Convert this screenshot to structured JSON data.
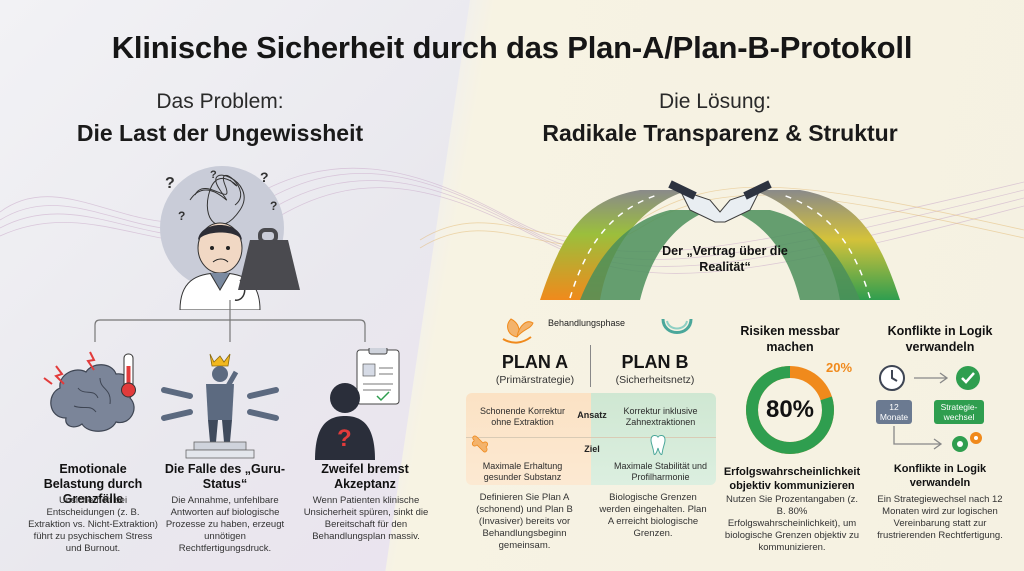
{
  "title": "Klinische Sicherheit durch das Plan-A/Plan-B-Protokoll",
  "problem": {
    "subtitle": "Das Problem:",
    "heading": "Die Last der Ungewissheit",
    "columns": [
      {
        "title": "Emotionale Belastung durch Grenzfälle",
        "text": "Unsicherheit bei Entscheidungen (z. B. Extraktion vs. Nicht-Extraktion) führt zu psychischem Stress und Burnout."
      },
      {
        "title": "Die Falle des „Guru-Status“",
        "text": "Die Annahme, unfehlbare Antworten auf biologische Prozesse zu haben, erzeugt unnötigen Rechtfertigungsdruck."
      },
      {
        "title": "Zweifel bremst Akzeptanz",
        "text": "Wenn Patienten klinische Unsicherheit spüren, sinkt die Bereitschaft für den Behandlungsplan massiv."
      }
    ]
  },
  "solution": {
    "subtitle": "Die Lösung:",
    "heading": "Radikale Transparenz & Struktur",
    "contract_label": "Der „Vertrag über die Realität“",
    "phase_label": "Behandlungsphase",
    "plan_a": {
      "title": "PLAN A",
      "sub": "(Primärstrategie)"
    },
    "plan_b": {
      "title": "PLAN B",
      "sub": "(Sicherheitsnetz)"
    },
    "rows": [
      {
        "label": "Ansatz",
        "a": "Schonende Korrektur ohne Extraktion",
        "b": "Korrektur inklusive Zahnextraktionen"
      },
      {
        "label": "Ziel",
        "a": "Maximale Erhaltung gesunder Substanz",
        "b": "Maximale Stabilität und Profilharmonie"
      }
    ],
    "footer_a": "Definieren Sie Plan A (schonend) und Plan B (Invasiver) bereits vor Behandlungsbeginn gemeinsam.",
    "footer_b": "Biologische Grenzen werden eingehalten. Plan A erreicht biologische Grenzen.",
    "risk": {
      "heading": "Risiken messbar machen",
      "value_label": "80%",
      "rest_label": "20%",
      "value": 80,
      "title": "Erfolgswahrscheinlichkeit objektiv kommunizieren",
      "text": "Nutzen Sie Prozentangaben (z. B. 80% Erfolgswahrscheinlichkeit), um biologische Grenzen objektiv zu kommunizieren."
    },
    "conflict": {
      "heading": "Konflikte in Logik verwandeln",
      "months_label": "12 Monate",
      "switch_label": "Strategie-wechsel",
      "title": "Konflikte in Logik verwandeln",
      "text": "Ein Strategiewechsel nach 12 Monaten wird zur logischen Vereinbarung statt zur frustrierenden Rechtfertigung."
    }
  },
  "colors": {
    "orange": "#f08a1c",
    "green": "#2f9e4f",
    "teal": "#4aa79a",
    "slate": "#6b7a91",
    "dark": "#1a1a1a"
  }
}
